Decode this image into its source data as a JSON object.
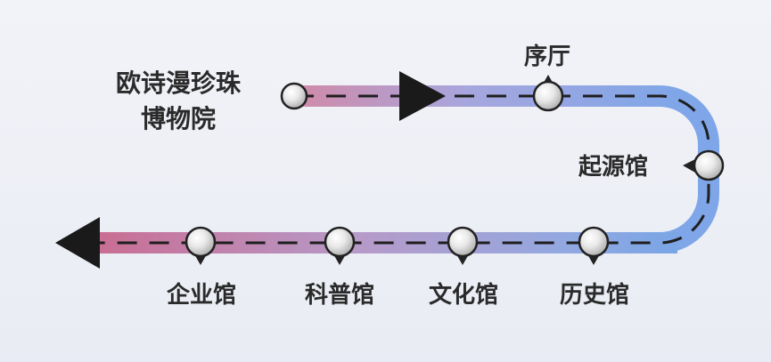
{
  "title_lines": [
    "欧诗漫珍珠",
    "博物院"
  ],
  "stations": [
    {
      "id": "xuting",
      "label": "序厅"
    },
    {
      "id": "qiyuan",
      "label": "起源馆"
    },
    {
      "id": "lishi",
      "label": "历史馆"
    },
    {
      "id": "wenhua",
      "label": "文化馆"
    },
    {
      "id": "kepu",
      "label": "科普馆"
    },
    {
      "id": "qiye",
      "label": "企业馆"
    }
  ],
  "colors": {
    "route_start": "#c97a9e",
    "route_mid": "#9aa8dd",
    "route_end": "#7aa6e6",
    "dash": "#1f1f1f",
    "arrow": "#1a1a1a",
    "pin_ring": "#222222",
    "pearl": "#e6e6e6",
    "text": "#2a2a2a"
  },
  "icons": [
    "start-arrow-icon",
    "end-arrow-icon",
    "pearl-pin-icon"
  ]
}
